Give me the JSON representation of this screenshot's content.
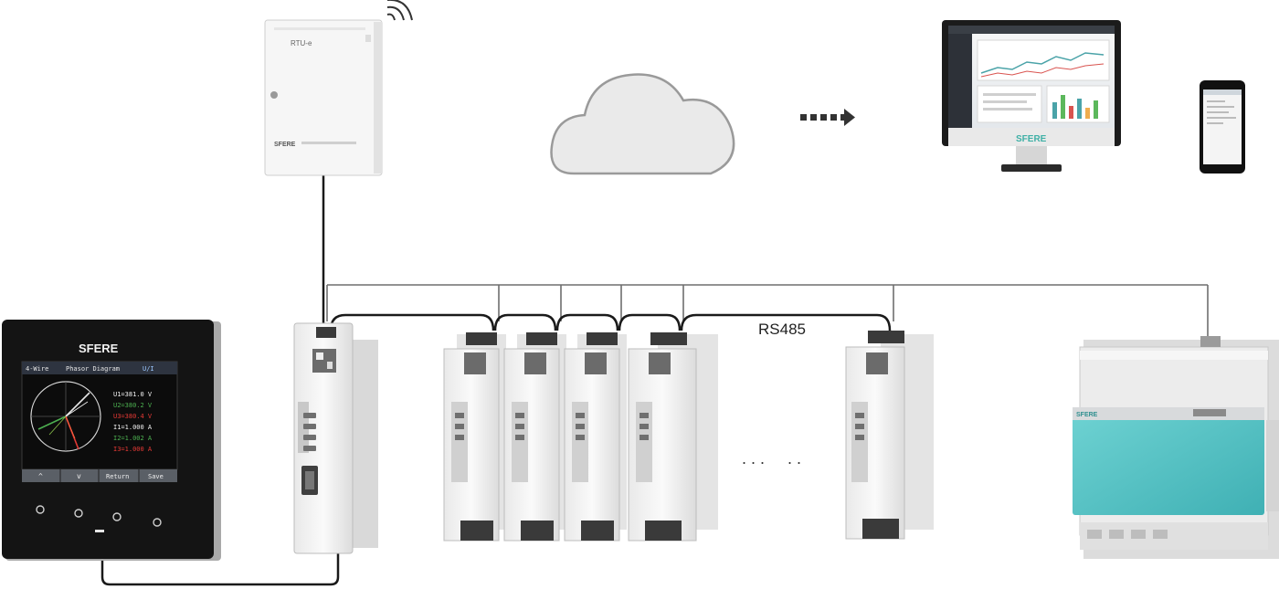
{
  "bus_label": "RS485",
  "brand_logo": "SFERE",
  "ellipsis": ". . .     . .",
  "gateway": {
    "model_text": "RTU-e",
    "bottom_brand": "SFERE"
  },
  "display_meter": {
    "brand": "SFERE",
    "header_left": "4-Wire",
    "header_mid": "Phasor Diagram",
    "header_right": "U/I",
    "readings": [
      "U1=381.0 V",
      "U2=380.2 V",
      "U3=380.4 V",
      "I1=1.000 A",
      "I2=1.002 A",
      "I3=1.000 A"
    ],
    "softkeys": [
      "^",
      "v",
      "Return",
      "Save"
    ]
  },
  "monitor": {
    "brand": "SFERE"
  },
  "big_meter": {
    "brand": "SFERE"
  },
  "colors": {
    "bus_wire": "#1a1a1a",
    "thin_wire": "#6e6e6e",
    "cloud_fill": "#eaeaea",
    "cloud_stroke": "#9a9a9a",
    "teal_panel": "#57c4c4",
    "monitor_frame": "#1b1b1b",
    "brand_green": "#3fb0a6"
  }
}
